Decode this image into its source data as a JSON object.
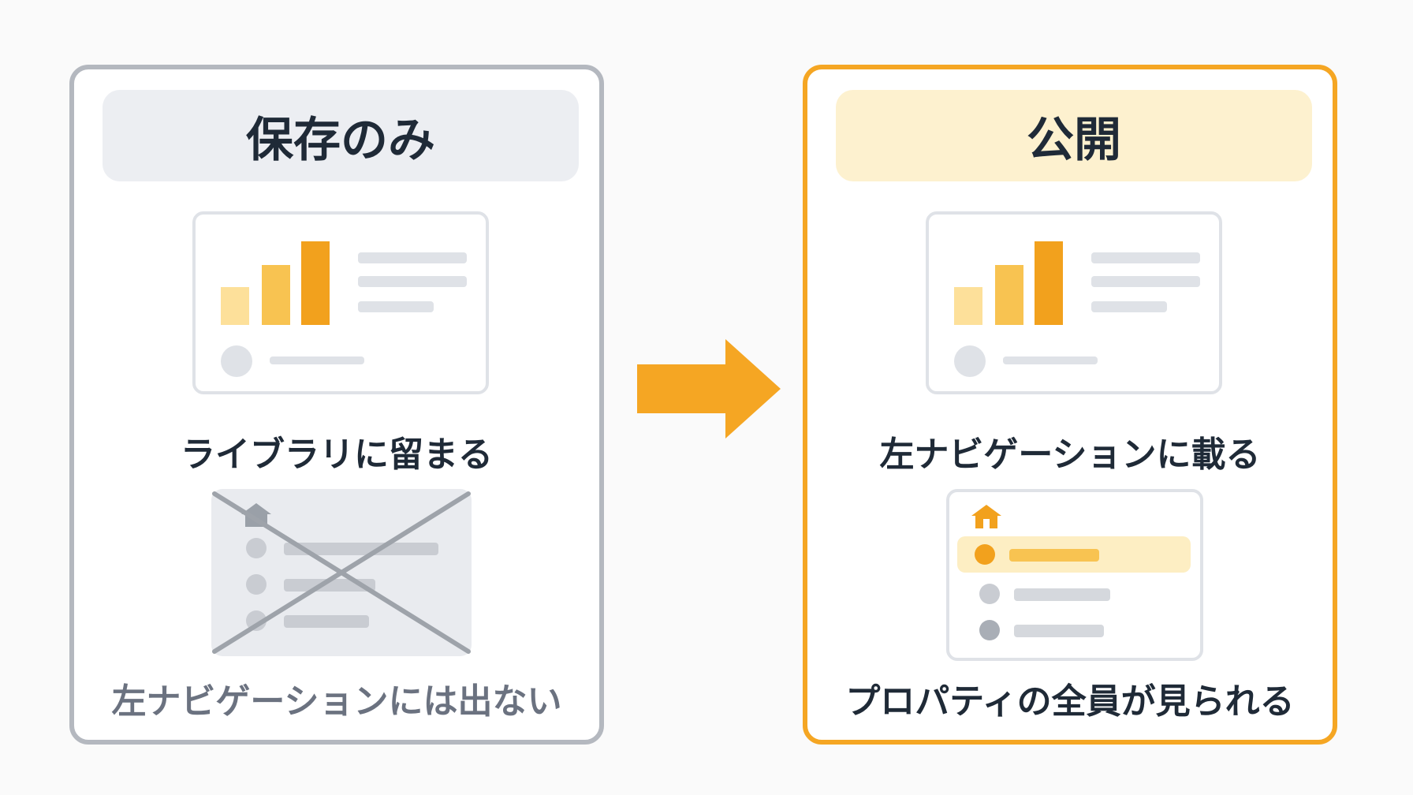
{
  "left_panel": {
    "title": "保存のみ",
    "caption_top": "ライブラリに留まる",
    "caption_bottom": "左ナビゲーションには出ない"
  },
  "right_panel": {
    "title": "公開",
    "caption_top": "左ナビゲーションに載る",
    "caption_bottom": "プロパティの全員が見られる"
  },
  "colors": {
    "accent": "#f5a623",
    "border_gray": "#b4b8bf",
    "text_dark": "#1f2a37",
    "text_muted": "#6b7280"
  },
  "icons": [
    "arrow-right-icon",
    "home-icon",
    "bar-chart-icon",
    "cross-out-icon"
  ]
}
